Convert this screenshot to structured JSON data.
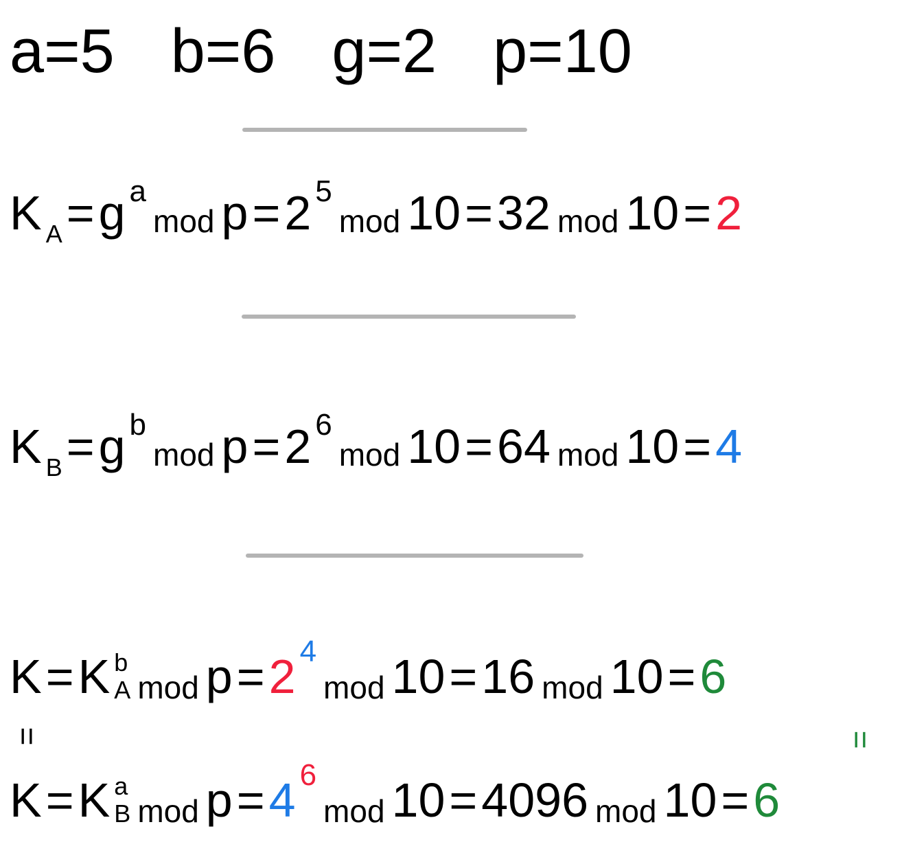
{
  "colors": {
    "red": "#f0203c",
    "blue": "#1e7be6",
    "green": "#1f8a3a",
    "separator": "#b4b4b4"
  },
  "params": {
    "a": {
      "name": "a",
      "eq": "=",
      "value": "5"
    },
    "b": {
      "name": "b",
      "eq": "=",
      "value": "6"
    },
    "g": {
      "name": "g",
      "eq": "=",
      "value": "2"
    },
    "p": {
      "name": "p",
      "eq": "=",
      "value": "10"
    }
  },
  "ka": {
    "lhs": "K",
    "lhs_sub": "A",
    "eq": "=",
    "base": "g",
    "exp": "a",
    "mod": "mod",
    "modulus": "p",
    "num_base": "2",
    "num_exp": "5",
    "mod2": "mod",
    "mod_val": "10",
    "value": "32",
    "mod3": "mod",
    "mod_val2": "10",
    "result": "2"
  },
  "kb": {
    "lhs": "K",
    "lhs_sub": "B",
    "eq": "=",
    "base": "g",
    "exp": "b",
    "mod": "mod",
    "modulus": "p",
    "num_base": "2",
    "num_exp": "6",
    "mod2": "mod",
    "mod_val": "10",
    "value": "64",
    "mod3": "mod",
    "mod_val2": "10",
    "result": "4"
  },
  "k1": {
    "lhs": "K",
    "eq": "=",
    "base": "K",
    "base_sub": "A",
    "exp": "b",
    "mod": "mod",
    "modulus": "p",
    "num_base": "2",
    "num_exp": "4",
    "mod2": "mod",
    "mod_val": "10",
    "value": "16",
    "mod3": "mod",
    "mod_val2": "10",
    "result": "6"
  },
  "k2": {
    "lhs": "K",
    "eq": "=",
    "base": "K",
    "base_sub": "B",
    "exp": "a",
    "mod": "mod",
    "modulus": "p",
    "num_base": "4",
    "num_exp": "6",
    "mod2": "mod",
    "mod_val": "10",
    "value": "4096",
    "mod3": "mod",
    "mod_val2": "10",
    "result": "6"
  },
  "equivalence": "="
}
